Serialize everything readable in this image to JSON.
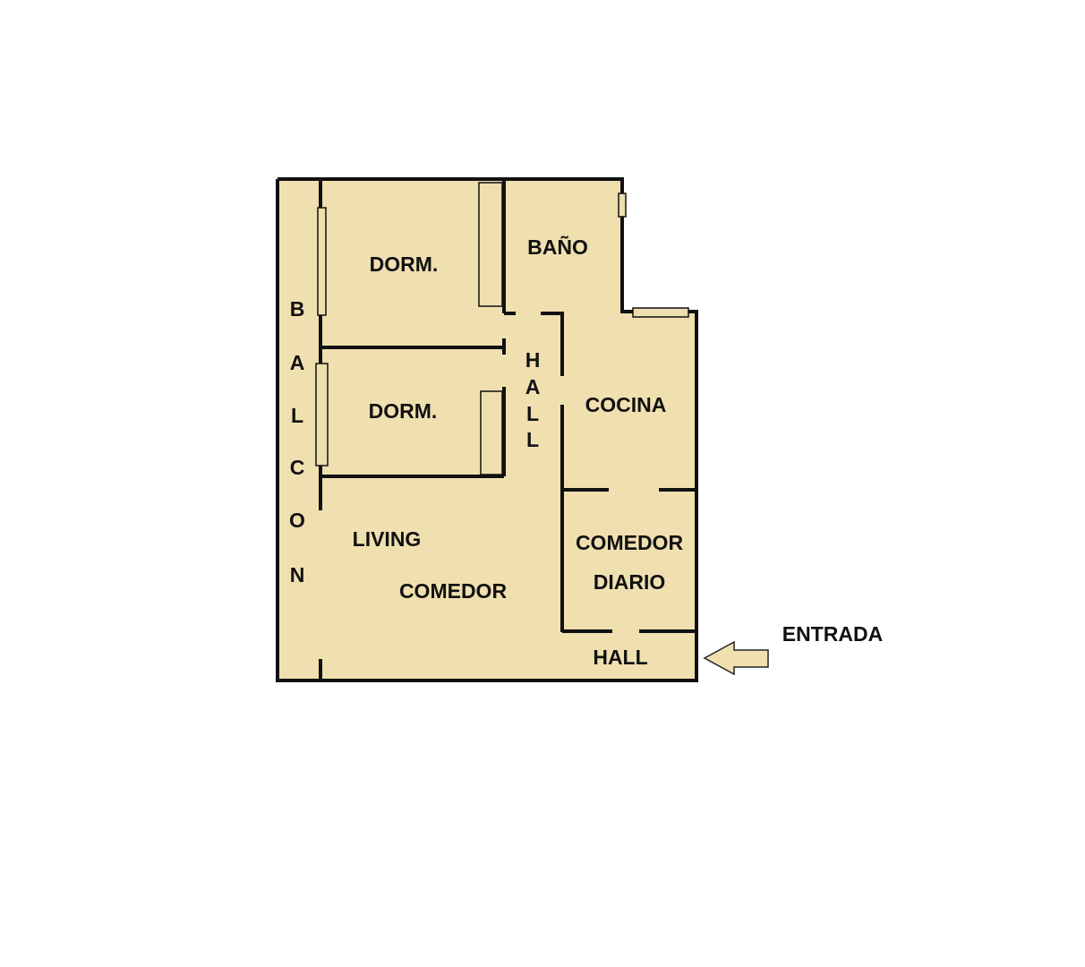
{
  "colors": {
    "floor": "#f0e0b0",
    "wall": "#111111",
    "fixture": "#efdfaf",
    "background": "#ffffff"
  },
  "rooms": {
    "dorm_top": "DORM.",
    "dorm_bottom": "DORM.",
    "bano": "BAÑO",
    "cocina": "COCINA",
    "hall_vertical": [
      "H",
      "A",
      "L",
      "L"
    ],
    "balcon": [
      "B",
      "A",
      "L",
      "C",
      "O",
      "N"
    ],
    "living": "LIVING",
    "comedor": "COMEDOR",
    "comedor_diario_line1": "COMEDOR",
    "comedor_diario_line2": "DIARIO",
    "hall_entry": "HALL"
  },
  "entrance": {
    "label": "ENTRADA",
    "arrow_icon": "left-arrow-icon"
  }
}
